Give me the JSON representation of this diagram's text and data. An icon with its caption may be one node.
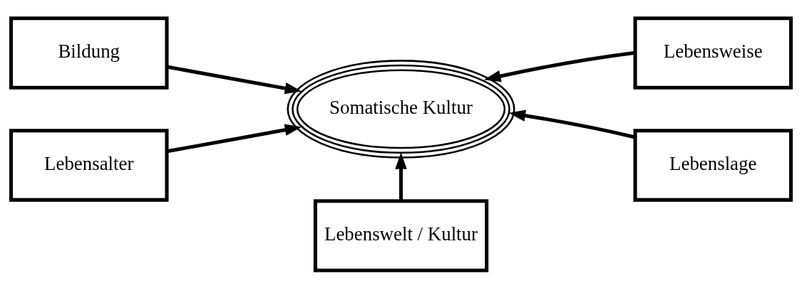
{
  "diagram": {
    "nodes": [
      {
        "text": [
          "Bildung"
        ]
      },
      {
        "text": [
          "Lebensweise"
        ]
      },
      {
        "text": [
          "Somatische Kultur"
        ]
      },
      {
        "text": [
          "Lebensalter"
        ]
      },
      {
        "text": [
          "Lebenslage"
        ]
      },
      {
        "text": [
          "Lebenswelt / Kultur"
        ]
      }
    ],
    "edges": [
      {
        "from": 0,
        "to": 2,
        "arrow": "to"
      },
      {
        "from": 3,
        "to": 2,
        "arrow": "to"
      },
      {
        "from": 1,
        "to": 2,
        "arrow": "to"
      },
      {
        "from": 4,
        "to": 2,
        "arrow": "to"
      },
      {
        "from": 5,
        "to": 2,
        "arrow": "to"
      }
    ]
  }
}
